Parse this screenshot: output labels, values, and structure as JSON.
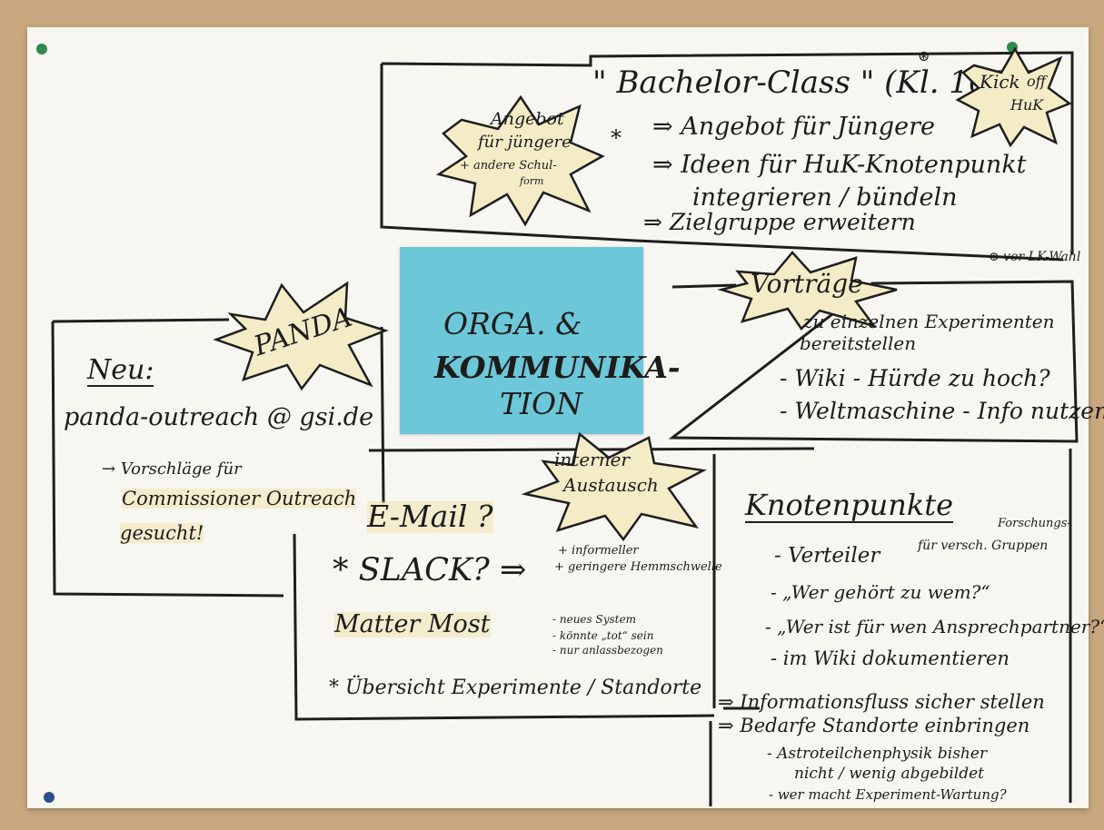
{
  "center_note": {
    "line1": "ORGA. &",
    "line2": "KOMMUNIKA-",
    "line3": "TION"
  },
  "bachelor_section": {
    "burst": [
      "Angebot",
      "für jüngere",
      "+ andere Schul-",
      "form"
    ],
    "star": "*",
    "title": "\" Bachelor-Class \" (Kl. 10/11)",
    "footnote_mark": "⊛",
    "items": [
      "⇒ Angebot für Jüngere",
      "⇒ Ideen für HuK-Knotenpunkt",
      "integrieren / bündeln",
      "⇒ Zielgruppe erweitern"
    ],
    "kickoff_burst": [
      "Kick",
      "off",
      "HuK"
    ],
    "footnote": "⊛ vor LK-Wahl"
  },
  "vortraege_section": {
    "burst": "Vorträge",
    "items": [
      "zu einzelnen Experimenten",
      "bereitstellen",
      "- Wiki - Hürde zu hoch?",
      "- Weltmaschine - Info nutzen"
    ]
  },
  "panda_section": {
    "burst": "PANDA",
    "neu": "Neu:",
    "email": "panda-outreach @ gsi.de",
    "lines": [
      "→ Vorschläge für",
      "Commissioner Outreach",
      "gesucht!"
    ]
  },
  "interner_section": {
    "burst": [
      "interner",
      "Austausch"
    ],
    "email": "E-Mail ?",
    "slack": "* SLACK? ⇒",
    "slack_notes": [
      "+ informeller",
      "+ geringere Hemmschwelle"
    ],
    "mattermost": "Matter Most",
    "mattermost_notes": [
      "- neues System",
      "- könnte „tot“ sein",
      "- nur anlassbezogen"
    ],
    "overview": "* Übersicht Experimente / Standorte"
  },
  "knoten_section": {
    "title": "Knotenpunkte",
    "items": [
      "- Verteiler",
      "für versch. Gruppen",
      "Forschungs-",
      "- „Wer gehört zu wem?“",
      "- „Wer ist für wen Ansprechpartner?“",
      "- im Wiki dokumentieren",
      "⇒ Informationsfluss sicher stellen",
      "⇒ Bedarfe Standorte einbringen",
      "- Astroteilchenphysik bisher",
      "nicht / wenig abgebildet",
      "- wer macht Experiment-Wartung?"
    ]
  },
  "colors": {
    "board": "#c9a77f",
    "paper": "#f7f6f1",
    "sticky_note": "#6cc7d8",
    "burst_fill": "#f3ecc6",
    "pin_green": "#2f8a4e",
    "pin_blue": "#2a4f8c"
  }
}
